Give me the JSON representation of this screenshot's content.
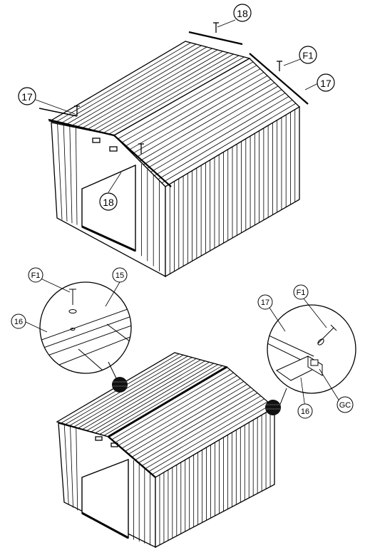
{
  "callouts": {
    "top_ridge_cap": "18",
    "top_front_trim_left": "17",
    "top_front_trim_right": "17",
    "top_screw_right": "F1",
    "top_gable_trim": "18",
    "detail_left_screw": "F1",
    "detail_left_panel": "15",
    "detail_left_beam": "16",
    "detail_right_trim": "17",
    "detail_right_screw": "F1",
    "detail_right_beam": "16",
    "detail_right_cap": "GC"
  },
  "icons": {
    "screw": "screw-icon",
    "washer": "washer-icon",
    "zoom_marker": "zoom-marker-icon"
  }
}
